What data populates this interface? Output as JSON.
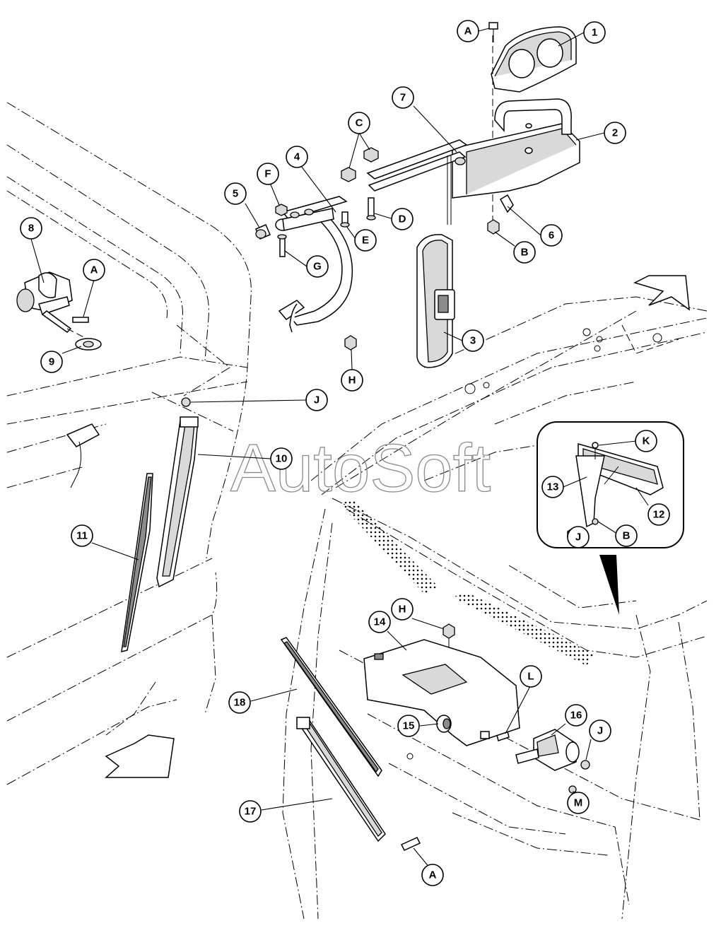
{
  "watermark": "AutoSoft",
  "callouts": [
    {
      "label": "1"
    },
    {
      "label": "2"
    },
    {
      "label": "3"
    },
    {
      "label": "4"
    },
    {
      "label": "5"
    },
    {
      "label": "6"
    },
    {
      "label": "7"
    },
    {
      "label": "8"
    },
    {
      "label": "9"
    },
    {
      "label": "10"
    },
    {
      "label": "11"
    },
    {
      "label": "12"
    },
    {
      "label": "13"
    },
    {
      "label": "14"
    },
    {
      "label": "15"
    },
    {
      "label": "16"
    },
    {
      "label": "17"
    },
    {
      "label": "18"
    },
    {
      "label": "A"
    },
    {
      "label": "A"
    },
    {
      "label": "A"
    },
    {
      "label": "B"
    },
    {
      "label": "B"
    },
    {
      "label": "C"
    },
    {
      "label": "D"
    },
    {
      "label": "E"
    },
    {
      "label": "F"
    },
    {
      "label": "G"
    },
    {
      "label": "H"
    },
    {
      "label": "H"
    },
    {
      "label": "J"
    },
    {
      "label": "J"
    },
    {
      "label": "J"
    },
    {
      "label": "K"
    },
    {
      "label": "L"
    },
    {
      "label": "M"
    }
  ]
}
